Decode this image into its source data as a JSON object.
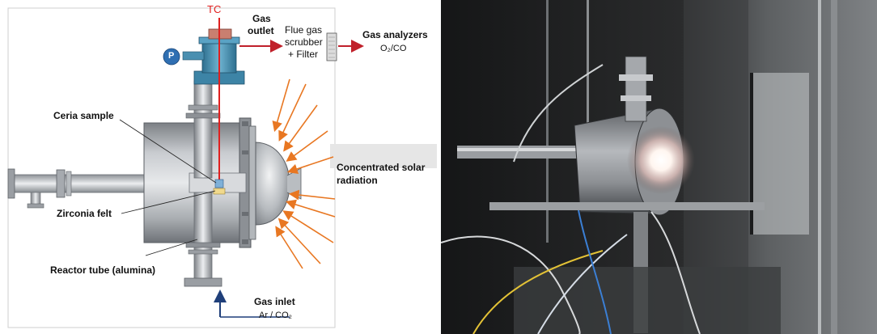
{
  "diagram": {
    "labels": {
      "tc": "TC",
      "p": "P",
      "gas_outlet_1": "Gas",
      "gas_outlet_2": "outlet",
      "flue_1": "Flue gas",
      "flue_2": "scrubber",
      "flue_3": "+ Filter",
      "analyzers": "Gas analyzers",
      "analyzers_gases": "O₂/CO",
      "ceria": "Ceria sample",
      "zirconia": "Zirconia felt",
      "reactor": "Reactor tube (alumina)",
      "solar_1": "Concentrated solar",
      "solar_2": "radiation",
      "gas_inlet": "Gas inlet",
      "inlet_gases": "Ar / CO₂"
    },
    "colors": {
      "arrow_orange": "#e87722",
      "line_red": "#c0202a",
      "line_blue": "#1f3f7a",
      "tc_red": "#e0201f",
      "vessel_gray": "#a9adb1",
      "flange_blue": "#4a8fb0",
      "callout_bg": "#e6e6e6"
    }
  },
  "photo": {
    "description_icon": "photo-of-solar-reactor-setup"
  }
}
